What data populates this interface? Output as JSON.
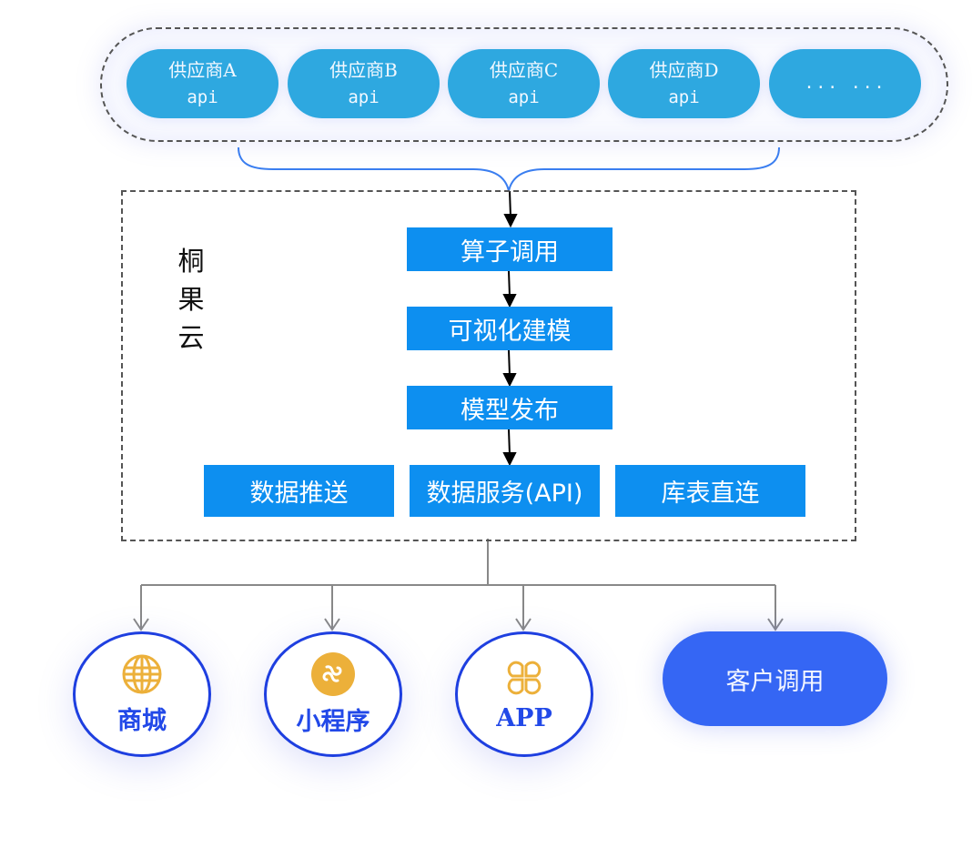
{
  "suppliers": {
    "items": [
      {
        "name": "供应商A",
        "sub": "api"
      },
      {
        "name": "供应商B",
        "sub": "api"
      },
      {
        "name": "供应商C",
        "sub": "api"
      },
      {
        "name": "供应商D",
        "sub": "api"
      }
    ],
    "more": "... ..."
  },
  "platform": {
    "name": "桐果云",
    "name_chars": [
      "桐",
      "果",
      "云"
    ],
    "pipeline": [
      "算子调用",
      "可视化建模",
      "模型发布"
    ],
    "outputs": [
      "数据推送",
      "数据服务(API)",
      "库表直连"
    ]
  },
  "consumers": {
    "items": [
      {
        "label": "商城",
        "icon": "globe-icon"
      },
      {
        "label": "小程序",
        "icon": "mini-program-icon"
      },
      {
        "label": "APP",
        "icon": "app-grid-icon"
      }
    ],
    "customer": "客户调用"
  },
  "colors": {
    "supplier_pill": "#2ea8e0",
    "step_box": "#0d8ff0",
    "endpoint_border": "#1e3fe0",
    "icon_accent": "#ecb03a",
    "customer_pill": "#3566f4",
    "brace_line": "#3a7ef0",
    "connector_gray": "#888888"
  }
}
